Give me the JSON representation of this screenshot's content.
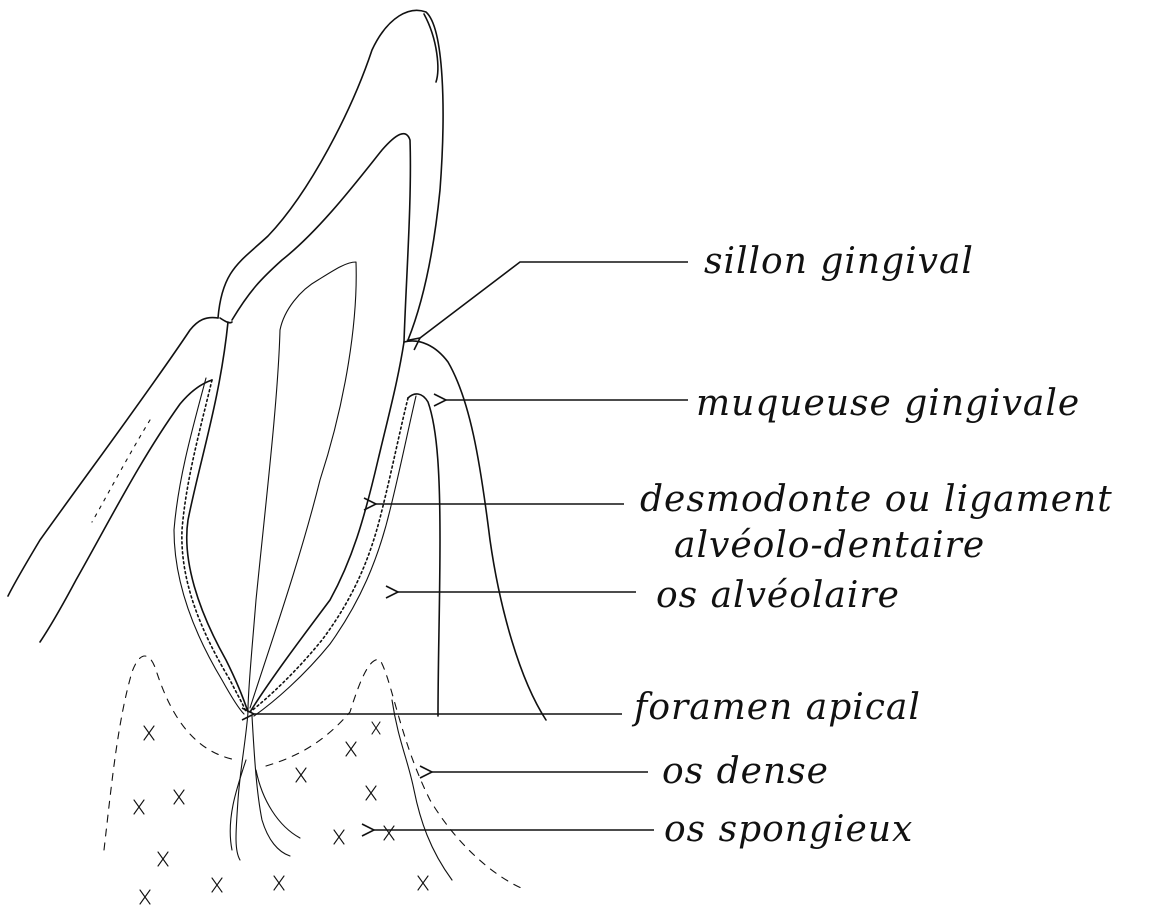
{
  "labels": {
    "sillon": "sillon gingival",
    "muqueuse": "muqueuse gingivale",
    "desmodonte_1": "desmodonte ou ligament",
    "desmodonte_2": "alvéolo-dentaire",
    "os_alveolaire": "os alvéolaire",
    "foramen": "foramen apical",
    "os_dense": "os dense",
    "os_spongieux": "os spongieux"
  }
}
